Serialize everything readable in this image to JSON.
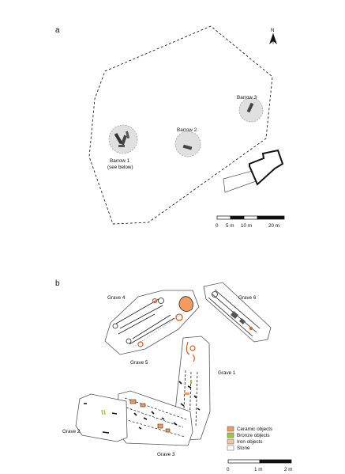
{
  "panel_a": {
    "label": "a",
    "north": "N",
    "barrows": [
      {
        "name": "Barrow 1",
        "note": "(see below)"
      },
      {
        "name": "Barrow 2"
      },
      {
        "name": "Barrow 3"
      }
    ],
    "scale_ticks": [
      "0",
      "5 m",
      "10 m",
      "20 m"
    ]
  },
  "panel_b": {
    "label": "b",
    "graves": [
      "Grave 1",
      "Grave 2",
      "Grave 3",
      "Grave 4",
      "Grave 5",
      "Grave 6"
    ],
    "legend": [
      {
        "label": "Ceramic objects",
        "color": "#f39a61"
      },
      {
        "label": "Bronze objects",
        "color": "#9ac63a"
      },
      {
        "label": "Iron objects",
        "color": "#f7c39c"
      },
      {
        "label": "Stone",
        "color": "#ffffff"
      }
    ],
    "scale_ticks": [
      "0",
      "1 m",
      "2 m"
    ]
  }
}
